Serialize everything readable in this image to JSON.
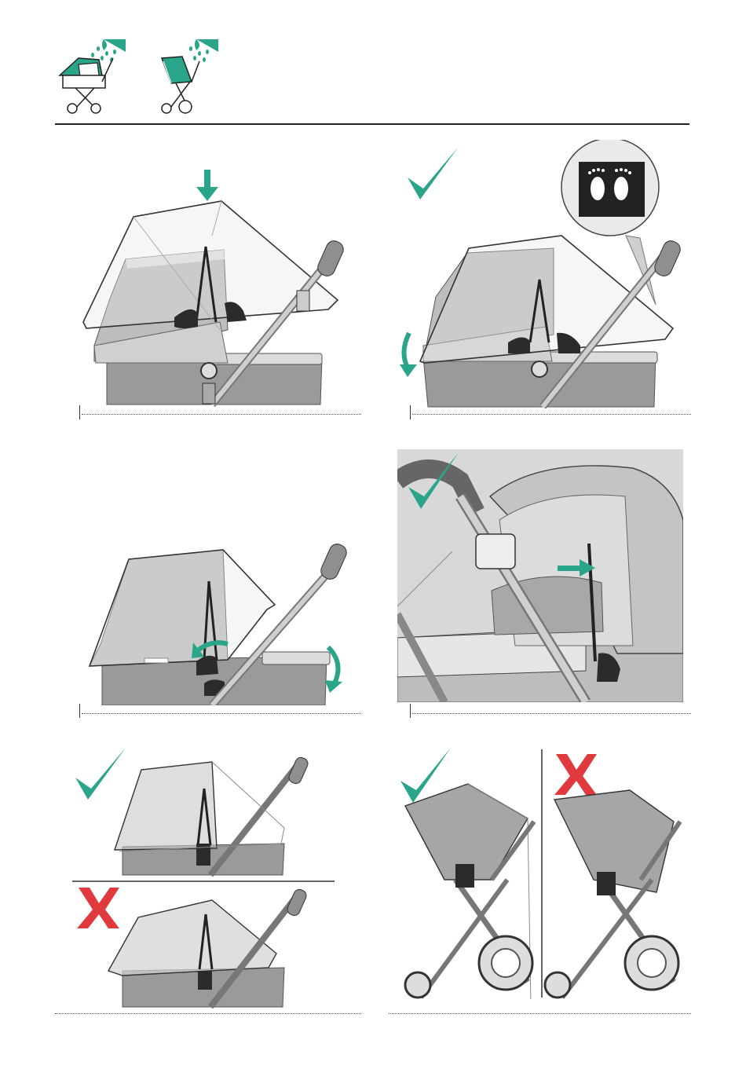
{
  "page": {
    "background": "#ffffff",
    "accent_color": "#2aa58a",
    "error_color": "#e0393e",
    "line_color": "#222222",
    "fill_gray": "#9a9a9a",
    "fill_light": "#d6d6d6"
  },
  "header": {
    "icons": [
      "carrycot-rain-cover-icon",
      "seat-rain-cover-icon"
    ]
  },
  "steps": [
    {
      "id": "step-1",
      "indicator": "down-arrow-icon"
    },
    {
      "id": "step-2",
      "indicator": "check-icon",
      "callout": "footprints-icon",
      "arrow": "curved-arrow-icon"
    },
    {
      "id": "step-3",
      "indicator": "curved-arrow-icon"
    },
    {
      "id": "step-4",
      "indicator": "check-icon",
      "arrow": "right-arrow-icon"
    },
    {
      "id": "step-5",
      "indicator": "check-icon",
      "wrong_indicator": "cross-icon"
    },
    {
      "id": "step-6",
      "indicator": "check-icon",
      "wrong_indicator": "cross-icon"
    }
  ]
}
